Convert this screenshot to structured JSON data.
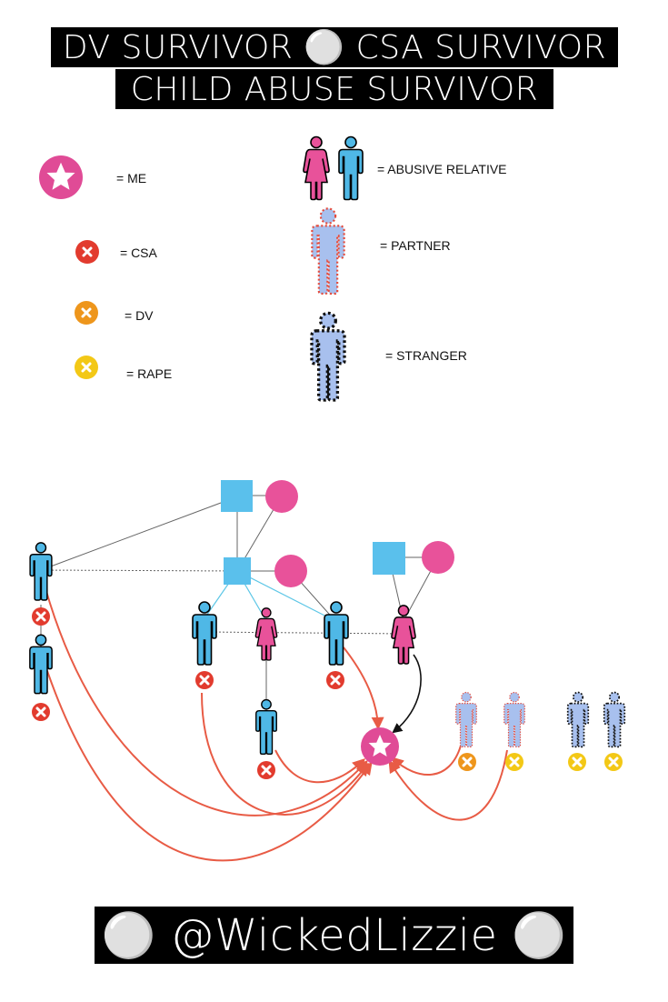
{
  "header": {
    "line1": "DV SURVIVOR ⚪ CSA SURVIVOR",
    "line2": "CHILD ABUSE SURVIVOR"
  },
  "legend": {
    "me": "= ME",
    "csa": "= CSA",
    "dv": "= DV",
    "rape": "= RAPE",
    "abusive_relative": "= ABUSIVE RELATIVE",
    "partner": "= PARTNER",
    "stranger": "= STRANGER"
  },
  "footer": {
    "handle": "⚪ @WickedLizzie ⚪"
  },
  "colors": {
    "male": "#4fb8e6",
    "female": "#e8529a",
    "me": "#e04b96",
    "csa_marker": "#e23b2e",
    "dv_marker": "#ee961c",
    "rape_marker": "#f3c816",
    "abuse_arrow": "#e85b45",
    "partner_fill": "#a8c0ee",
    "partner_outline": "#e44b3c",
    "stranger_fill": "#a8c0ee",
    "stranger_outline": "#111111",
    "family_line": "#555555",
    "child_line": "#5cc6e6"
  }
}
